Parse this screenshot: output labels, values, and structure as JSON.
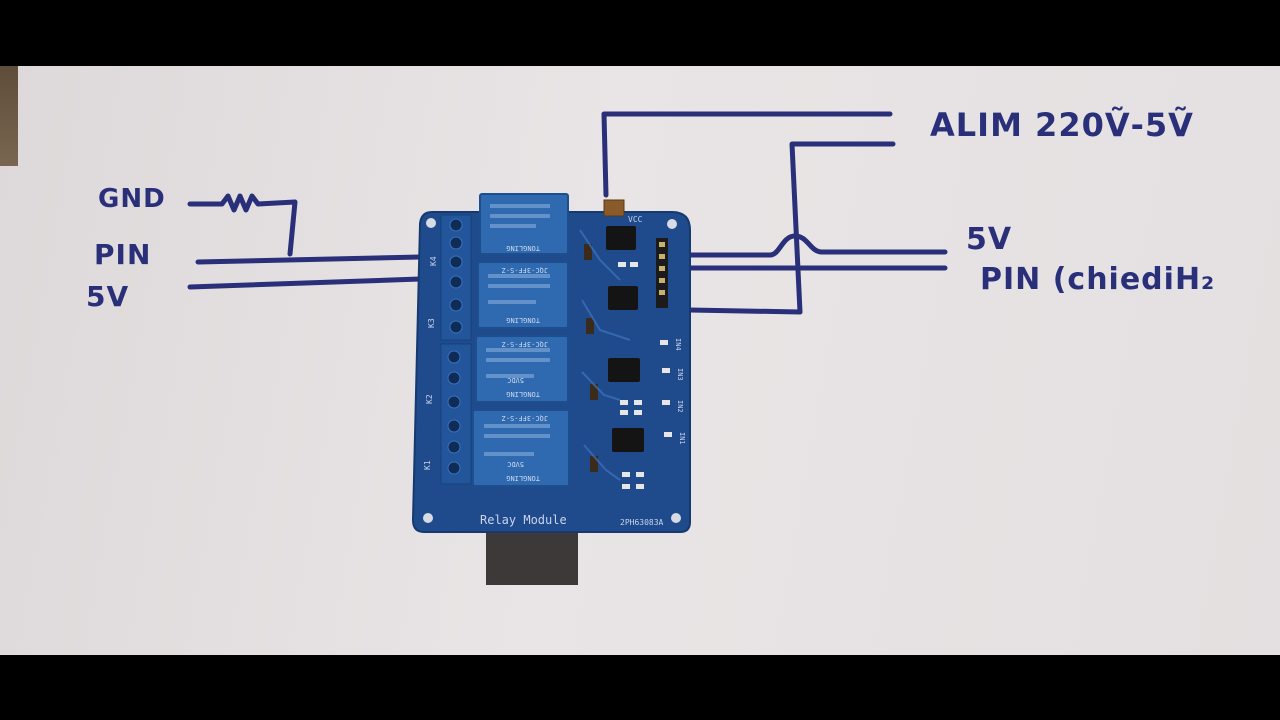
{
  "handwritten_labels": {
    "left": {
      "gnd": "GND",
      "pin": "PIN",
      "v5": "5V"
    },
    "right": {
      "alim": "ALIM 220Ṽ-5Ṽ",
      "v5": "5V",
      "pin": "PIN (chiediH₂"
    }
  },
  "board": {
    "module_label": "Relay Module",
    "part_code": "2PH63083A",
    "vcc_label": "VCC",
    "relay_ids": [
      "K4",
      "K3",
      "K2",
      "K1"
    ],
    "input_labels": [
      "IN4",
      "IN3",
      "IN2",
      "IN1"
    ],
    "relay_brand": "TONGLING",
    "relay_model": "JQC-3FF-S-Z",
    "relay_voltage": "5VDC"
  },
  "colors": {
    "ink": "#2a2f7a",
    "pcb": "#1f4a8c",
    "relay": "#2f6ab0",
    "paper": "#e6e2e3"
  }
}
